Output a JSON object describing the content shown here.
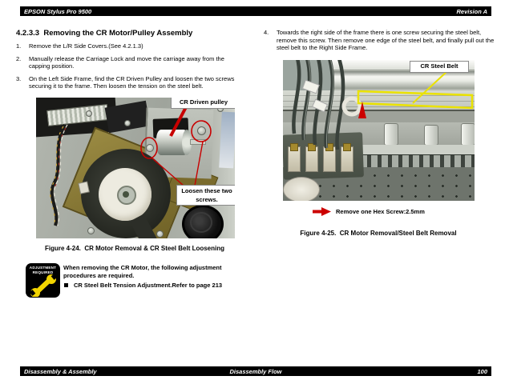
{
  "header": {
    "product": "EPSON Stylus Pro 9500",
    "revision": "Revision A"
  },
  "footer": {
    "left": "Disassembly & Assembly",
    "center": "Disassembly Flow",
    "page": "100"
  },
  "section": {
    "title": "4.2.3.3  Removing the CR Motor/Pulley Assembly",
    "steps": [
      {
        "num": "1.",
        "text": "Remove the L/R Side Covers.(See 4.2.1.3)"
      },
      {
        "num": "2.",
        "text": "Manually release the Carriage Lock and move the carriage away from the capping position."
      },
      {
        "num": "3.",
        "text": "On the Left Side Frame, find the CR Driven Pulley and loosen the two screws securing it to the frame. Then loosen the tension on the steel belt."
      },
      {
        "num": "4.",
        "text": "Towards the right side of the frame there is one screw securing the steel belt, remove this screw. Then remove one edge of the steel belt, and finally pull out the steel belt to the Right Side Frame."
      }
    ]
  },
  "figure_4_24": {
    "caption": "Figure 4-24.  CR Motor Removal & CR Steel Belt Loosening",
    "callout_pulley": "CR Driven pulley",
    "callout_screws": "Loosen these two screws."
  },
  "figure_4_25": {
    "caption": "Figure 4-25.  CR Motor Removal/Steel Belt Removal",
    "callout_belt": "CR Steel Belt",
    "hex_note": "Remove one Hex Screw:2.5mm"
  },
  "adjustment_note": {
    "badge_line1": "ADJUSTMENT",
    "badge_line2": "REQUIRED",
    "text": "When removing the CR Motor, the following adjustment procedures are required.",
    "bullet_item": "CR Steel Belt Tension Adjustment.Refer to page 213"
  },
  "colors": {
    "annotation_red": "#cc0000",
    "annotation_yellow": "#eae200",
    "badge_wrench_yellow": "#f2d400",
    "bar_background": "#000000"
  }
}
